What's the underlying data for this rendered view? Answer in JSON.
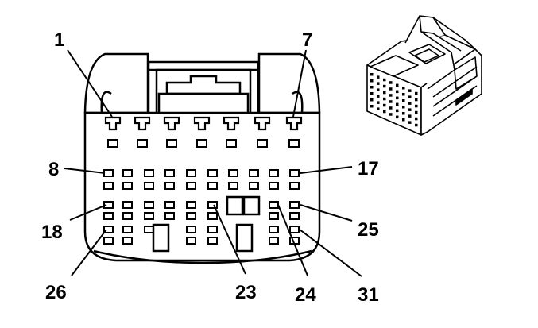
{
  "diagram": {
    "pin_labels": {
      "p1": "1",
      "p7": "7",
      "p8": "8",
      "p17": "17",
      "p18": "18",
      "p25": "25",
      "p26": "26",
      "p23": "23",
      "p24": "24",
      "p31": "31"
    },
    "colors": {
      "line": "#000000",
      "background": "#ffffff"
    }
  }
}
